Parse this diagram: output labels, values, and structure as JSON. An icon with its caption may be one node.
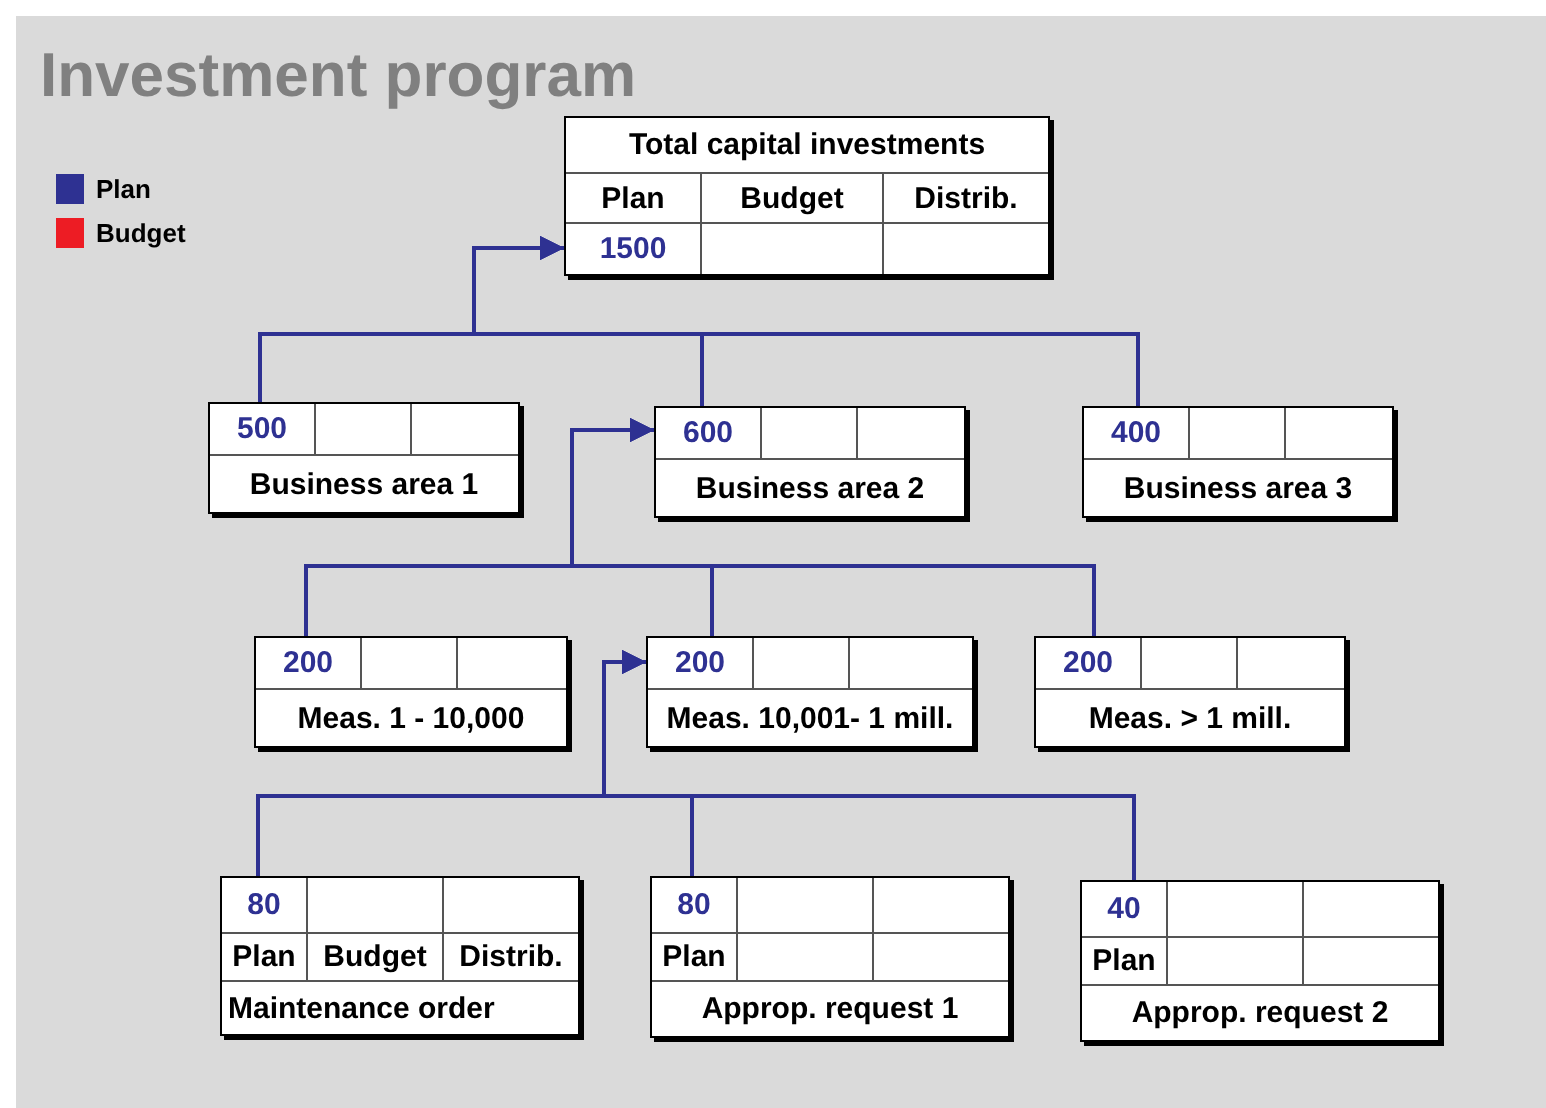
{
  "diagram": {
    "title": "Investment program",
    "nodes": [
      {
        "text": [
          "Total capital investments",
          "Plan",
          "Budget",
          "Distrib.",
          "1500"
        ]
      },
      {
        "text": [
          "500",
          "Business area 1"
        ]
      },
      {
        "text": [
          "600",
          "Business area 2"
        ]
      },
      {
        "text": [
          "400",
          "Business area 3"
        ]
      },
      {
        "text": [
          "200",
          "Meas. 1 - 10,000"
        ]
      },
      {
        "text": [
          "200",
          "Meas. 10,001- 1 mill."
        ]
      },
      {
        "text": [
          "200",
          "Meas. > 1 mill."
        ]
      },
      {
        "text": [
          "80",
          "Plan",
          "Budget",
          "Distrib.",
          "Maintenance order"
        ]
      },
      {
        "text": [
          "80",
          "Plan",
          "Approp. request 1"
        ]
      },
      {
        "text": [
          "40",
          "Plan",
          "Approp. request 2"
        ]
      }
    ],
    "edges": [
      {
        "from": 1,
        "to": 0,
        "arrow": "to"
      },
      {
        "from": 2,
        "to": 0,
        "arrow": "to"
      },
      {
        "from": 3,
        "to": 0,
        "arrow": "to"
      },
      {
        "from": 4,
        "to": 2,
        "arrow": "to"
      },
      {
        "from": 5,
        "to": 2,
        "arrow": "to"
      },
      {
        "from": 6,
        "to": 2,
        "arrow": "to"
      },
      {
        "from": 7,
        "to": 5,
        "arrow": "to"
      },
      {
        "from": 8,
        "to": 5,
        "arrow": "to"
      },
      {
        "from": 9,
        "to": 5,
        "arrow": "to"
      }
    ],
    "legend": [
      {
        "text": "Plan",
        "color": "#2e3192"
      },
      {
        "text": "Budget",
        "color": "#ed1c24"
      }
    ]
  }
}
